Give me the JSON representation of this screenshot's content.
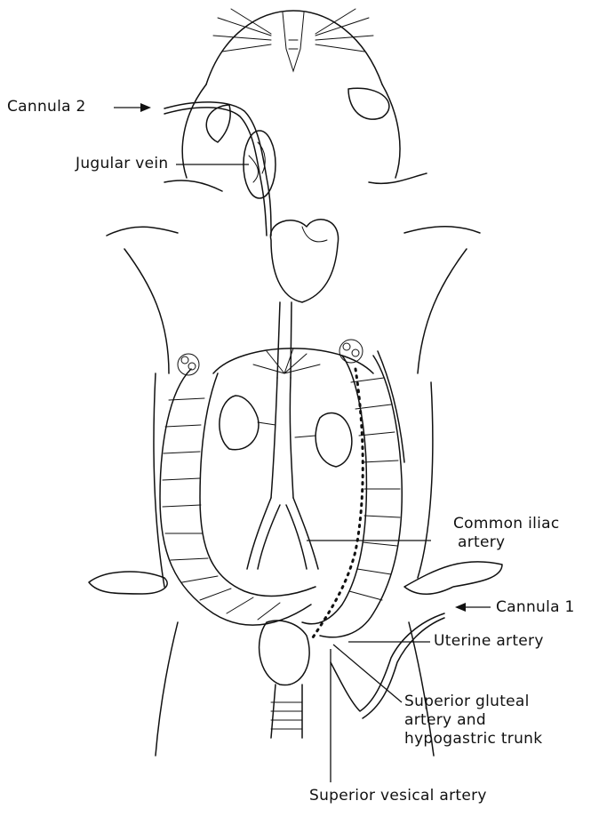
{
  "labels": {
    "cannula_2": "Cannula 2",
    "jugular_vein": "Jugular vein",
    "common_iliac_1": "Common iliac",
    "common_iliac_2": "artery",
    "cannula_1": "Cannula 1",
    "uterine_artery": "Uterine artery",
    "sup_gluteal_1": "Superior gluteal",
    "sup_gluteal_2": "artery and",
    "sup_gluteal_3": "hypogastric trunk",
    "sup_vesical": "Superior vesical artery"
  }
}
